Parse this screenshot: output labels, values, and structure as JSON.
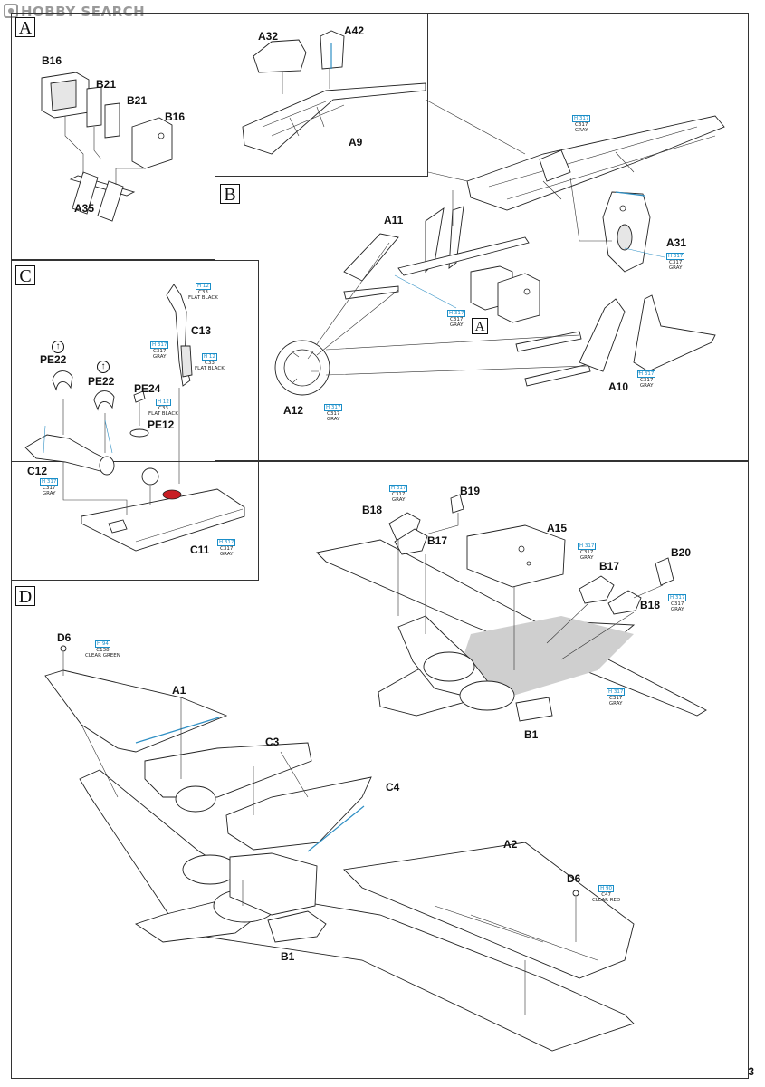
{
  "watermark": "HOBBY SEARCH",
  "page_number": "3",
  "steps": {
    "a": "A",
    "b": "B",
    "c": "C",
    "d": "D"
  },
  "parts": {
    "b16_top": "B16",
    "b21_a": "B21",
    "b21_b": "B21",
    "b16_b": "B16",
    "a35": "A35",
    "a32": "A32",
    "a42": "A42",
    "a9": "A9",
    "a11": "A11",
    "a31": "A31",
    "a12": "A12",
    "a10": "A10",
    "a_ref": "A",
    "c13": "C13",
    "pe22_a": "PE22",
    "pe22_b": "PE22",
    "pe24": "PE24",
    "pe12": "PE12",
    "c12": "C12",
    "c11": "C11",
    "b19": "B19",
    "b18_a": "B18",
    "b17_a": "B17",
    "a15": "A15",
    "b17_b": "B17",
    "b20": "B20",
    "b18_b": "B18",
    "b1_top": "B1",
    "d6_a": "D6",
    "a1": "A1",
    "c3": "C3",
    "c4": "C4",
    "a2": "A2",
    "d6_b": "D6",
    "b1_bot": "B1"
  },
  "paints": {
    "gray": {
      "h": "H 317",
      "c": "C317",
      "name": "GRAY"
    },
    "flat_black": {
      "h": "H 12",
      "c": "C33",
      "name": "FLAT BLACK"
    },
    "clear_green": {
      "h": "H 94",
      "c": "C138",
      "name": "CLEAR GREEN"
    },
    "clear_red": {
      "h": "H 90",
      "c": "C47",
      "name": "CLEAR RED"
    }
  },
  "colors": {
    "callout_blue": "#2f8fc4",
    "shade_gray": "#cfcfcf",
    "red_part": "#c81e24"
  },
  "icons": {
    "pe22_a": "arrow-up-circle-icon",
    "pe22_b": "arrow-up-circle-icon"
  }
}
